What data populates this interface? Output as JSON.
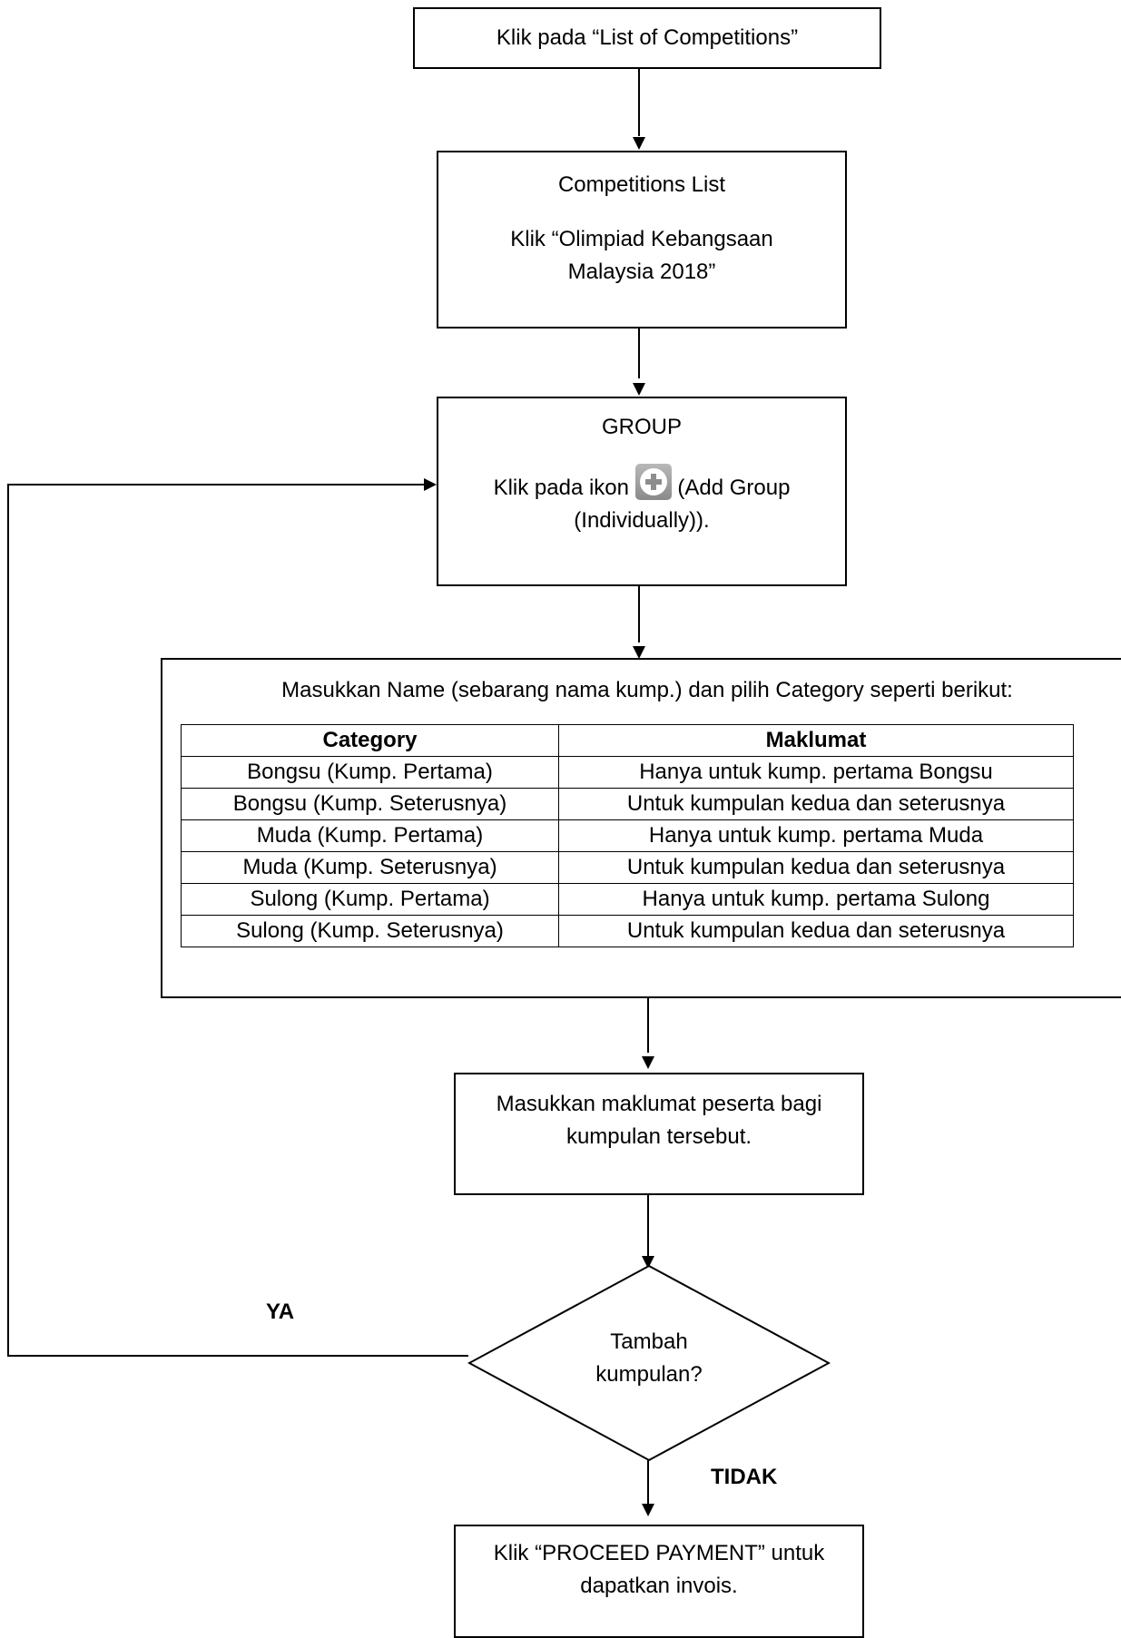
{
  "steps": {
    "step1": "Klik pada “List of Competitions”",
    "step2_title": "Competitions List",
    "step2_text": "Klik “Olimpiad Kebangsaan Malaysia 2018”",
    "step3_title": "GROUP",
    "step3_prefix": "Klik pada ikon",
    "step3_suffix": "(Add Group (Individually)).",
    "step4_text": "Masukkan Name (sebarang nama kump.) dan pilih Category seperti berikut:",
    "step5": "Masukkan maklumat peserta bagi kumpulan tersebut.",
    "decision": "Tambah kumpulan?",
    "step6": "Klik “PROCEED PAYMENT” untuk dapatkan invois."
  },
  "labels": {
    "yes": "YA",
    "no": "TIDAK"
  },
  "table": {
    "headers": [
      "Category",
      "Maklumat"
    ],
    "rows": [
      [
        "Bongsu (Kump. Pertama)",
        "Hanya untuk kump. pertama Bongsu"
      ],
      [
        "Bongsu (Kump. Seterusnya)",
        "Untuk kumpulan kedua dan seterusnya"
      ],
      [
        "Muda (Kump. Pertama)",
        "Hanya untuk kump. pertama Muda"
      ],
      [
        "Muda (Kump. Seterusnya)",
        "Untuk kumpulan kedua dan seterusnya"
      ],
      [
        "Sulong (Kump. Pertama)",
        "Hanya untuk kump. pertama Sulong"
      ],
      [
        "Sulong (Kump. Seterusnya)",
        "Untuk kumpulan kedua dan seterusnya"
      ]
    ]
  },
  "icons": {
    "add_group": "plus-circle-icon"
  }
}
